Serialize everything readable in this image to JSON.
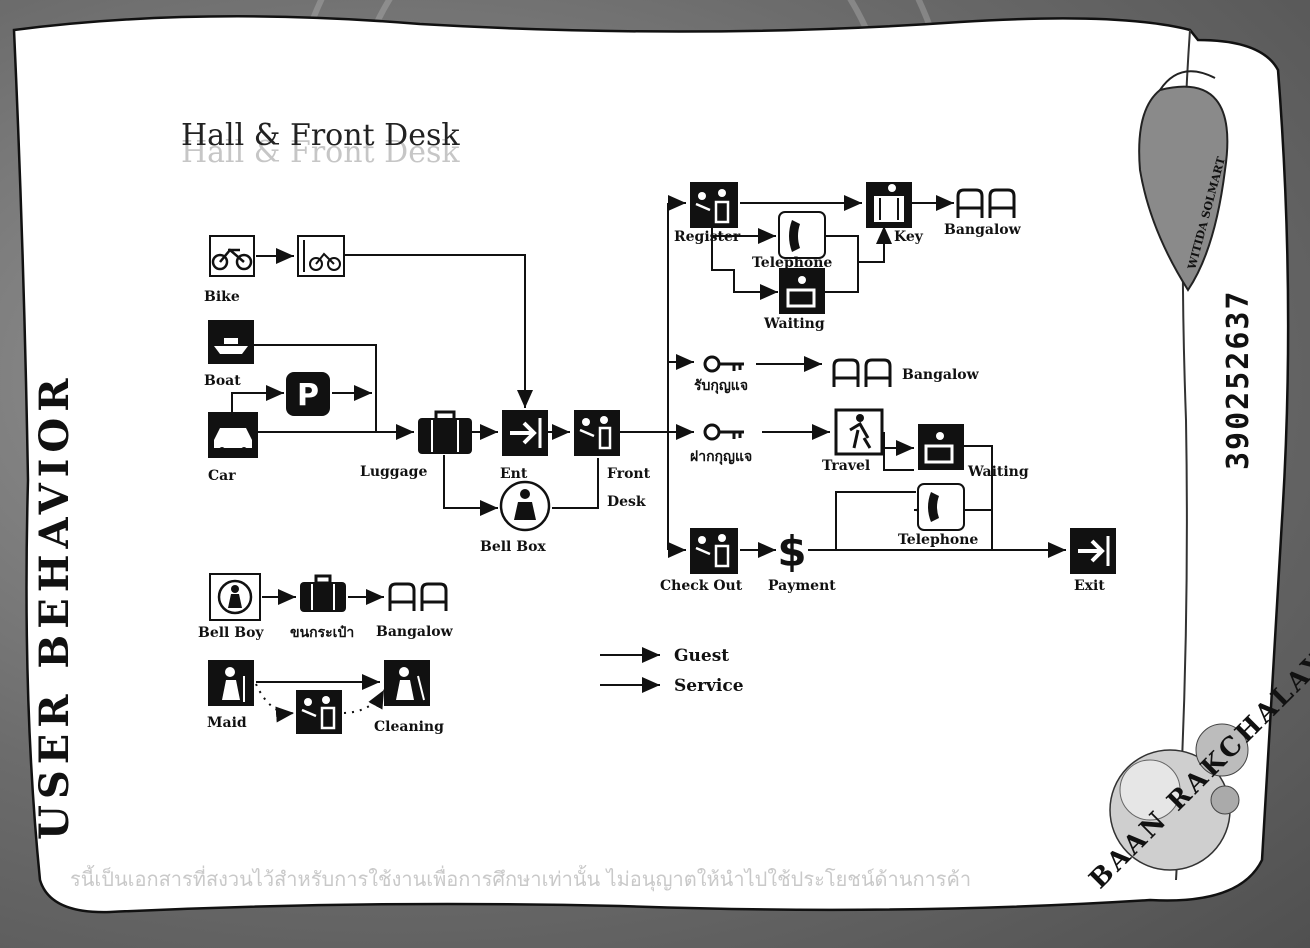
{
  "title": "Hall & Front Desk",
  "side_title": "USER BEHAVIOR",
  "corner_text": "BAAN RAKCHALAY",
  "fish_text": "WITIDA SOLMART",
  "vertical_code": "390252637",
  "watermark": "รนี้เป็นเอกสารที่สงวนไว้สำหรับการใช้งานเพื่อการศึกษาเท่านั้น ไม่อนุญาตให้นำไปใช้ประโยชน์ด้านการค้า",
  "labels": {
    "bike": "Bike",
    "boat": "Boat",
    "parking": "P",
    "car": "Car",
    "luggage": "Luggage",
    "ent": "Ent",
    "front_desk_1": "Front",
    "front_desk_2": "Desk",
    "bell_box": "Bell Box",
    "register": "Register",
    "telephone_top": "Telephone",
    "waiting_top": "Waiting",
    "key": "Key",
    "bangalow_top": "Bangalow",
    "receive_key": "รับกุญแจ",
    "bangalow_mid": "Bangalow",
    "deposit_key": "ฝากกุญแจ",
    "travel": "Travel",
    "waiting_mid": "Waiting",
    "telephone_mid": "Telephone",
    "check_out": "Check Out",
    "payment": "Payment",
    "dollar": "$",
    "exit": "Exit",
    "bell_boy": "Bell Boy",
    "carry_luggage": "ขนกระเป๋า",
    "bangalow_bottom": "Bangalow",
    "maid": "Maid",
    "cleaning": "Cleaning"
  },
  "legend": [
    {
      "label": "Guest"
    },
    {
      "label": "Service"
    }
  ]
}
